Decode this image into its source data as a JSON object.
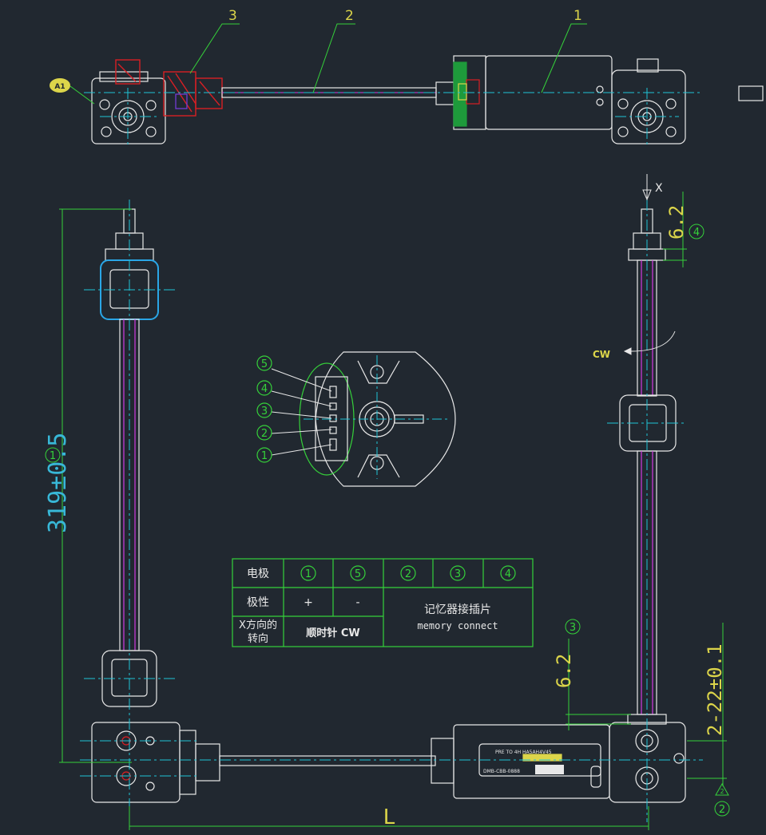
{
  "colors": {
    "background": "#212830",
    "outline": "#e8e8e8",
    "leader": "#35d13a",
    "dimension": "#35d13a",
    "centerline": "#1fc3d6",
    "magenta": "#d23be0",
    "section_red": "#d81f24",
    "section_green": "#1e9a3b",
    "yellow_text": "#dcd54a",
    "cyan_text": "#38b8d8",
    "table_border": "#35d13a",
    "blue_nut": "#2aa6e6"
  },
  "top_view": {
    "callouts": [
      "3",
      "2",
      "1"
    ],
    "badge": "A1"
  },
  "dimensions": {
    "overall_length": "319±0.5",
    "overall_length_circle": "1",
    "length_label": "L",
    "top_offset": "6.2",
    "top_offset_circle": "4",
    "bottom_offset": "6.2",
    "bottom_offset_circle": "3",
    "pin_spacing": "2-22±0.1",
    "pin_circle": "2",
    "datum_triangle": "2",
    "rotation_label": "CW",
    "view_arrow_label": "X"
  },
  "connector_pins": [
    "5",
    "4",
    "3",
    "2",
    "1"
  ],
  "table": {
    "row1_header": "电极",
    "pins": [
      "1",
      "5",
      "2",
      "3",
      "4"
    ],
    "row2_header": "极性",
    "plus": "+",
    "minus": "-",
    "memory_cn": "记忆器接插片",
    "memory_en": "memory connect",
    "row3_header_line1": "X方向的",
    "row3_header_line2": "转向",
    "direction": "顺时针  CW"
  },
  "motor_label": {
    "line1": "PRE TO 4H HA5AH4V45",
    "line2": "DMB-CBB-0888"
  }
}
